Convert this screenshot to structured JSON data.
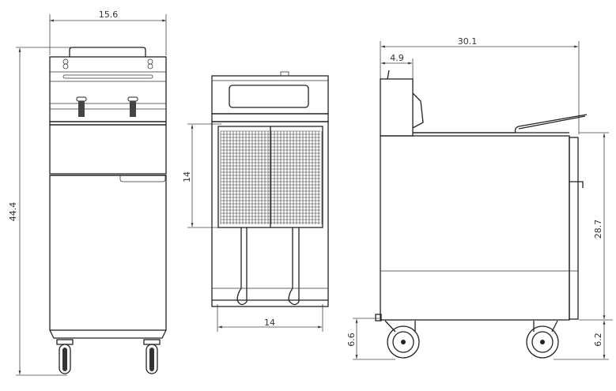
{
  "title": "Fryer dimension drawing",
  "views": {
    "front": {
      "width_label": "15.6",
      "height_label": "44.4"
    },
    "basket": {
      "basket_height_label": "14",
      "basket_width_label": "14"
    },
    "side": {
      "depth_label": "30.1",
      "backsplash_depth_label": "4.9",
      "body_height_label": "28.7",
      "rear_leg_height_label": "6.6",
      "front_leg_height_label": "6.2"
    }
  }
}
